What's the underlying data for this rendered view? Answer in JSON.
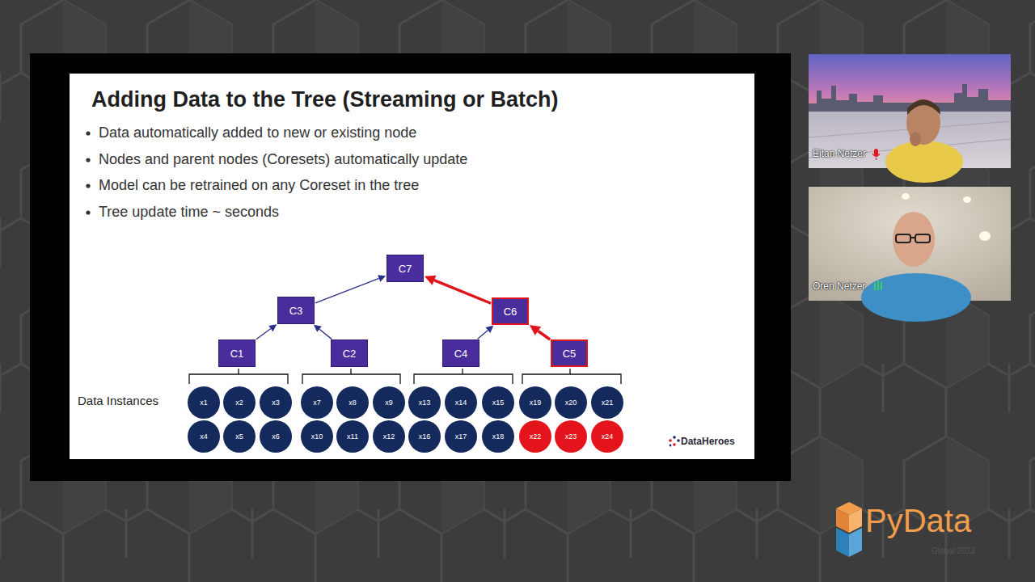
{
  "diagram": {
    "title": "Adding Data to the Tree (Streaming or Batch)",
    "nodes": [
      {
        "text": [
          "C7"
        ]
      },
      {
        "text": [
          "C3"
        ]
      },
      {
        "text": [
          "C6"
        ]
      },
      {
        "text": [
          "C1"
        ]
      },
      {
        "text": [
          "C2"
        ]
      },
      {
        "text": [
          "C4"
        ]
      },
      {
        "text": [
          "C5"
        ]
      },
      {
        "text": [
          "x1"
        ]
      },
      {
        "text": [
          "x2"
        ]
      },
      {
        "text": [
          "x3"
        ]
      },
      {
        "text": [
          "x7"
        ]
      },
      {
        "text": [
          "x8"
        ]
      },
      {
        "text": [
          "x9"
        ]
      },
      {
        "text": [
          "x13"
        ]
      },
      {
        "text": [
          "x14"
        ]
      },
      {
        "text": [
          "x15"
        ]
      },
      {
        "text": [
          "x19"
        ]
      },
      {
        "text": [
          "x20"
        ]
      },
      {
        "text": [
          "x21"
        ]
      },
      {
        "text": [
          "x4"
        ]
      },
      {
        "text": [
          "x5"
        ]
      },
      {
        "text": [
          "x6"
        ]
      },
      {
        "text": [
          "x10"
        ]
      },
      {
        "text": [
          "x11"
        ]
      },
      {
        "text": [
          "x12"
        ]
      },
      {
        "text": [
          "x16"
        ]
      },
      {
        "text": [
          "x17"
        ]
      },
      {
        "text": [
          "x18"
        ]
      },
      {
        "text": [
          "x22"
        ]
      },
      {
        "text": [
          "x23"
        ]
      },
      {
        "text": [
          "x24"
        ]
      }
    ],
    "edges": [
      {
        "from": 1,
        "to": 0,
        "arrow": "to"
      },
      {
        "from": 2,
        "to": 0,
        "arrow": "to"
      },
      {
        "from": 3,
        "to": 1,
        "arrow": "to"
      },
      {
        "from": 4,
        "to": 1,
        "arrow": "to"
      },
      {
        "from": 5,
        "to": 2,
        "arrow": "to"
      },
      {
        "from": 6,
        "to": 2,
        "arrow": "to"
      }
    ],
    "labels": [
      "Data automatically added to new or existing node",
      "Nodes and parent nodes (Coresets) automatically update",
      "Model can be retrained on any Coreset in the tree",
      "Tree update time ~ seconds",
      "Data Instances",
      "DataHeroes",
      "Eitan Netzer",
      "Oren Netzer",
      "PyData",
      "Global 2023"
    ]
  }
}
